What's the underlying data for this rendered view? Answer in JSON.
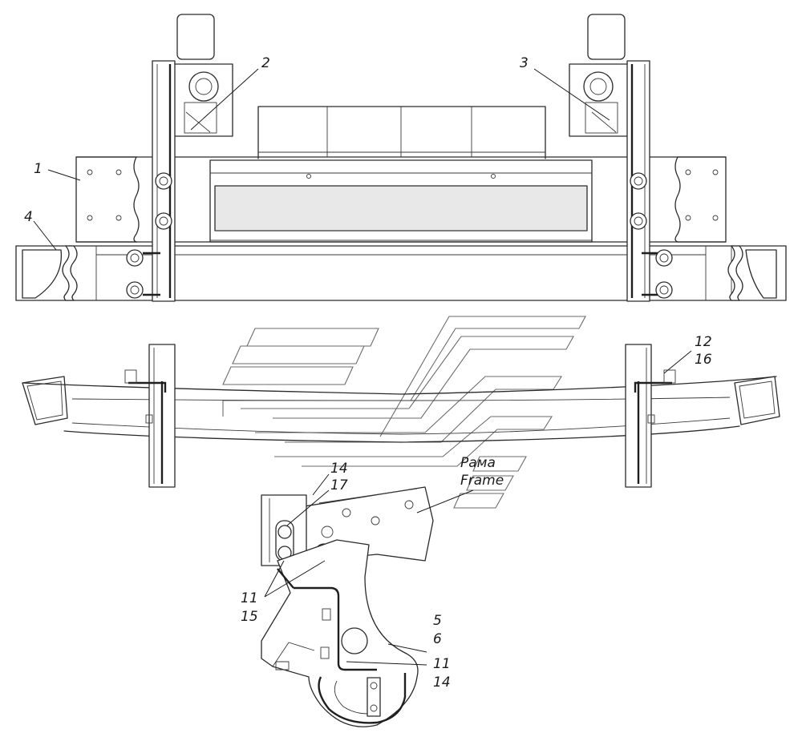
{
  "callouts": {
    "c1": "1",
    "c2": "2",
    "c3": "3",
    "c4": "4",
    "c5": "5",
    "c6": "6",
    "c11a": "11",
    "c15": "15",
    "c11b": "11",
    "c14a": "14",
    "c17": "17",
    "c14b": "14",
    "c12": "12",
    "c16": "16",
    "frame_ru": "Рама",
    "frame_en": "Frame"
  }
}
